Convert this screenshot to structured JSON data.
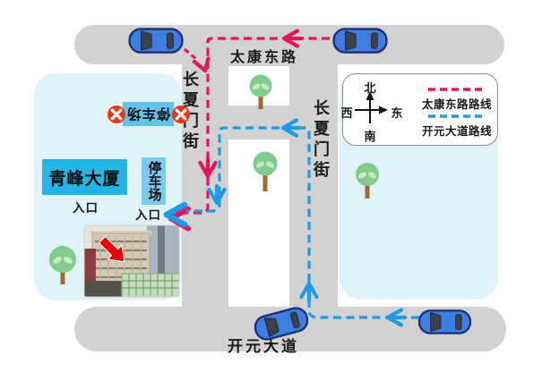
{
  "roads": {
    "top_label": "太康东路",
    "bottom_label": "开元大道",
    "left_street_label": "长夏门街",
    "right_street_label": "长夏门街"
  },
  "legend": {
    "compass": {
      "north": "北",
      "south": "南",
      "west": "西",
      "east": "东"
    },
    "items": [
      {
        "label": "太康东路路线",
        "color": "#e8125e",
        "style": "dashed"
      },
      {
        "label": "开元大道路线",
        "color": "#1d9be5",
        "style": "dashed"
      }
    ]
  },
  "buildings": {
    "main_label": "青峰大厦",
    "main_entrance_label": "入口",
    "parking_label": "停车场",
    "parking_entrance_label": "入口",
    "closed_parking_label": "停车场"
  },
  "colors": {
    "road_gray": "#d2d2d2",
    "block_light_blue": "#e0f3fb",
    "main_building_cyan": "#25b4e6",
    "parking_blue": "#7ccbee",
    "route_taikang_pink": "#e8125e",
    "route_kaiyuan_blue": "#1d9be5",
    "no_parking_red": "#e5391b",
    "car_blue": "#3d7ee0",
    "tree_green": "#7fcc8d",
    "photo_arrow_red": "#e8000b"
  }
}
